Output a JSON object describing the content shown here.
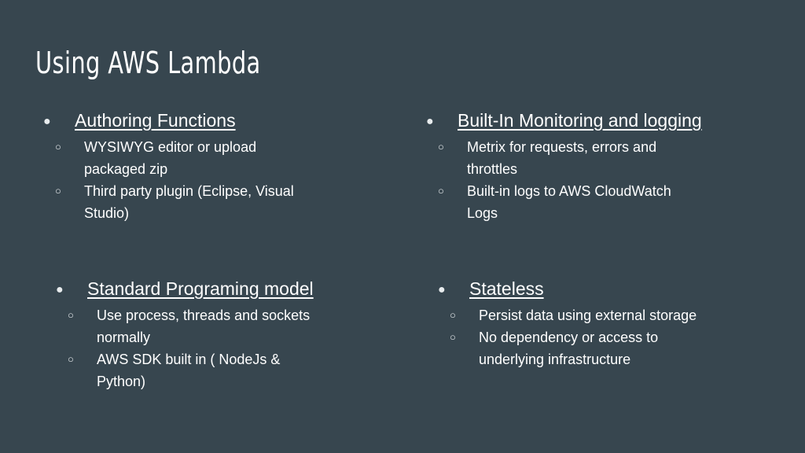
{
  "slide": {
    "title": "Using AWS Lambda",
    "bullet_glyph": "●",
    "sub_bullet_glyph": "○",
    "sections": [
      {
        "heading": "Authoring Functions",
        "items": [
          "WYSIWYG editor or upload packaged zip",
          "Third party plugin (Eclipse, Visual Studio)"
        ]
      },
      {
        "heading": "Built-In Monitoring and logging",
        "items": [
          "Metrix for requests, errors and throttles",
          "Built-in logs to AWS CloudWatch Logs"
        ]
      },
      {
        "heading": "Standard Programing model",
        "items": [
          "Use process, threads and sockets normally",
          "AWS SDK built in ( NodeJs & Python)"
        ]
      },
      {
        "heading": "Stateless",
        "items": [
          "Persist data using external storage",
          "No dependency or access to underlying infrastructure"
        ]
      }
    ]
  },
  "colors": {
    "background": "#37464f",
    "text": "#ffffff"
  }
}
